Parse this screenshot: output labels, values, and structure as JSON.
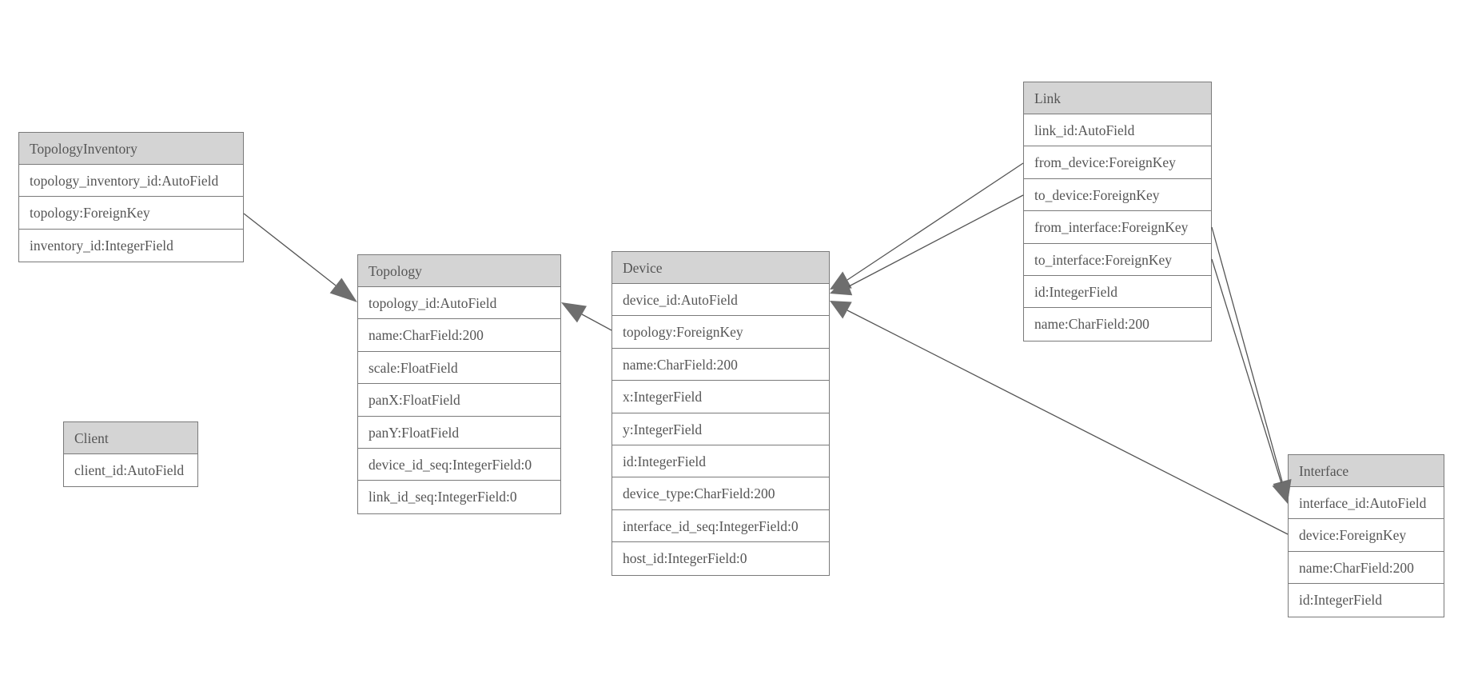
{
  "diagram": {
    "entities": [
      {
        "id": "topologyinventory",
        "name": "TopologyInventory",
        "fields": [
          "topology_inventory_id:AutoField",
          "topology:ForeignKey",
          "inventory_id:IntegerField"
        ]
      },
      {
        "id": "topology",
        "name": "Topology",
        "fields": [
          "topology_id:AutoField",
          "name:CharField:200",
          "scale:FloatField",
          "panX:FloatField",
          "panY:FloatField",
          "device_id_seq:IntegerField:0",
          "link_id_seq:IntegerField:0"
        ]
      },
      {
        "id": "client",
        "name": "Client",
        "fields": [
          "client_id:AutoField"
        ]
      },
      {
        "id": "device",
        "name": "Device",
        "fields": [
          "device_id:AutoField",
          "topology:ForeignKey",
          "name:CharField:200",
          "x:IntegerField",
          "y:IntegerField",
          "id:IntegerField",
          "device_type:CharField:200",
          "interface_id_seq:IntegerField:0",
          "host_id:IntegerField:0"
        ]
      },
      {
        "id": "link",
        "name": "Link",
        "fields": [
          "link_id:AutoField",
          "from_device:ForeignKey",
          "to_device:ForeignKey",
          "from_interface:ForeignKey",
          "to_interface:ForeignKey",
          "id:IntegerField",
          "name:CharField:200"
        ]
      },
      {
        "id": "interface",
        "name": "Interface",
        "fields": [
          "interface_id:AutoField",
          "device:ForeignKey",
          "name:CharField:200",
          "id:IntegerField"
        ]
      }
    ],
    "relations": [
      {
        "from": "topologyinventory",
        "field": "topology:ForeignKey",
        "to": "topology"
      },
      {
        "from": "device",
        "field": "topology:ForeignKey",
        "to": "topology"
      },
      {
        "from": "link",
        "field": "from_device:ForeignKey",
        "to": "device"
      },
      {
        "from": "link",
        "field": "to_device:ForeignKey",
        "to": "device"
      },
      {
        "from": "link",
        "field": "from_interface:ForeignKey",
        "to": "interface"
      },
      {
        "from": "link",
        "field": "to_interface:ForeignKey",
        "to": "interface"
      },
      {
        "from": "interface",
        "field": "device:ForeignKey",
        "to": "device"
      }
    ],
    "colors": {
      "header": "#d4d4d4",
      "border": "#7a7a7a",
      "text": "#555555",
      "edge": "#555555",
      "arrow": "#6e6e6e"
    }
  }
}
